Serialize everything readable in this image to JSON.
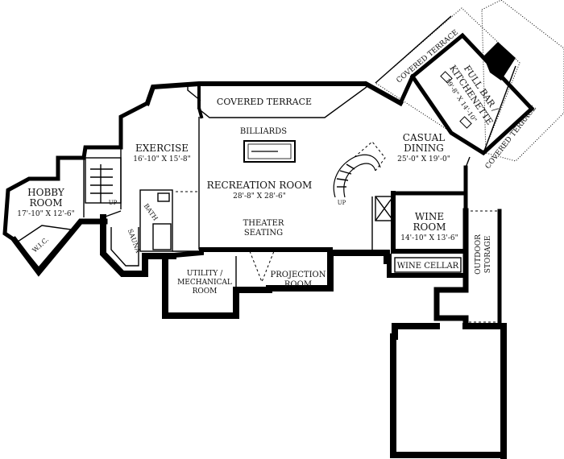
{
  "rooms": {
    "hobby_room": {
      "name_line1": "HOBBY",
      "name_line2": "ROOM",
      "size": "17'-10\" X 12'-6\""
    },
    "wic": {
      "name": "W.I.C."
    },
    "exercise": {
      "name": "EXERCISE",
      "size": "16'-10\" X 15'-8\""
    },
    "covered_terrace_top": {
      "name": "COVERED TERRACE"
    },
    "billiards": {
      "name": "BILLIARDS"
    },
    "recreation_room": {
      "name": "RECREATION ROOM",
      "size": "28'-8\" X 28'-6\""
    },
    "theater_seating": {
      "line1": "THEATER",
      "line2": "SEATING"
    },
    "bath": {
      "name": "BATH"
    },
    "sauna": {
      "name": "SAUNA"
    },
    "utility": {
      "line1": "UTILITY /",
      "line2": "MECHANICAL",
      "line3": "ROOM"
    },
    "projection_room": {
      "line1": "PROJECTION",
      "line2": "ROOM"
    },
    "casual_dining": {
      "line1": "CASUAL",
      "line2": "DINING",
      "size": "25'-0\" X 19'-0\""
    },
    "wine_room": {
      "line1": "WINE",
      "line2": "ROOM",
      "size": "14'-10\" X 13'-6\""
    },
    "wine_cellar": {
      "name": "WINE CELLAR"
    },
    "outdoor_storage": {
      "line1": "OUTDOOR",
      "line2": "STORAGE"
    },
    "full_bar": {
      "line1": "FULL BAR /",
      "line2": "KITCHENETTE",
      "size": "19'-8\" X 14'-10\""
    },
    "covered_terrace_upper": {
      "name": "COVERED TERRACE"
    },
    "covered_terrace_right": {
      "name": "COVERED TERRACE"
    }
  },
  "stairs": {
    "up_left": "UP",
    "up_center": "UP"
  }
}
